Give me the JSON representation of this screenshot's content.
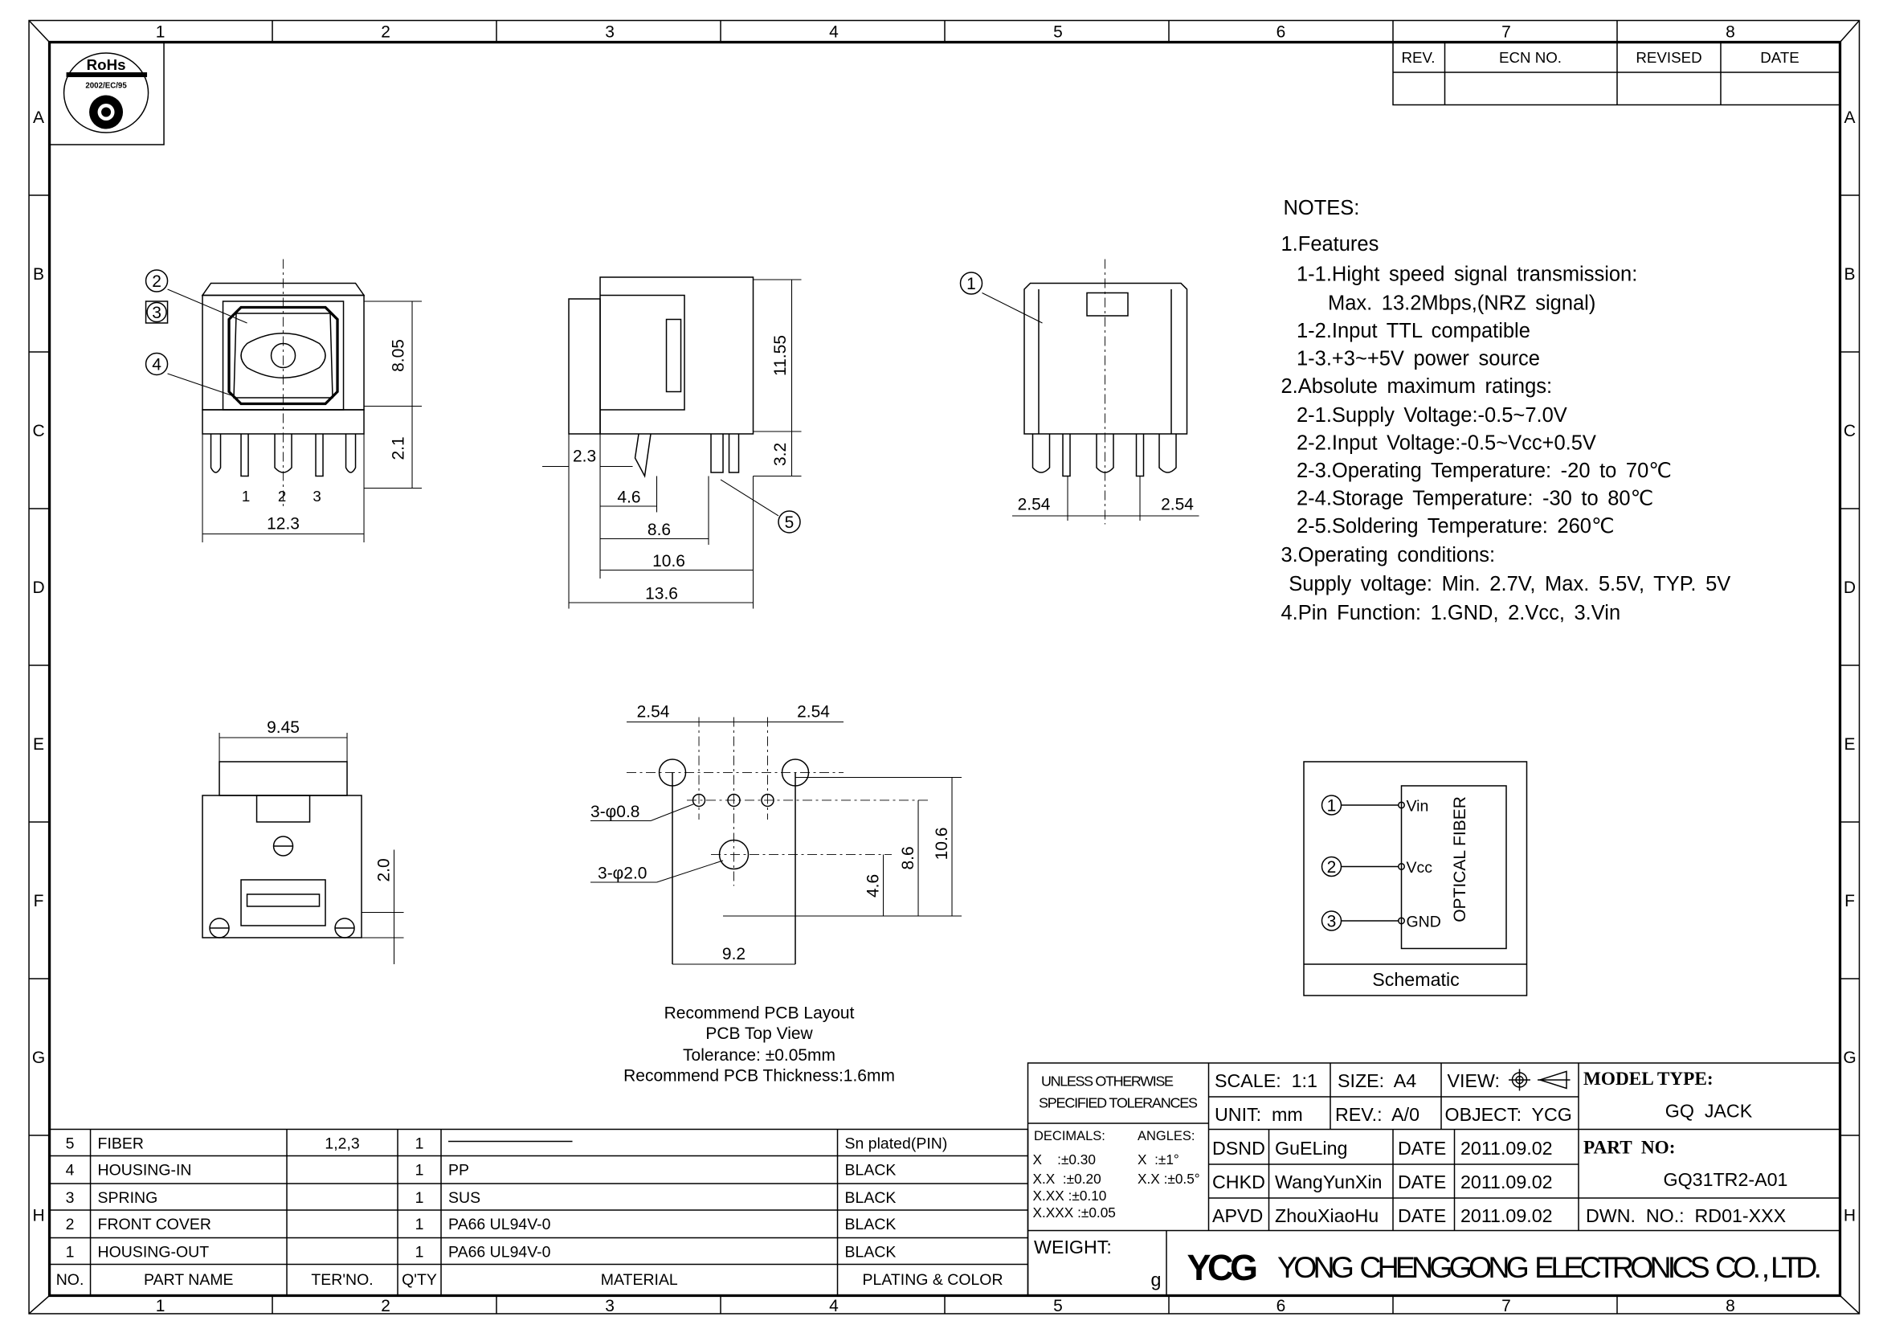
{
  "border": {
    "columns": [
      "1",
      "2",
      "3",
      "4",
      "5",
      "6",
      "7",
      "8"
    ],
    "rows": [
      "A",
      "B",
      "C",
      "D",
      "E",
      "F",
      "G",
      "H"
    ]
  },
  "rohs": {
    "title": "RoHs",
    "directive": "2002/EC/95"
  },
  "revision_table": {
    "headers": [
      "REV.",
      "ECN NO.",
      "REVISED",
      "DATE"
    ]
  },
  "front_view": {
    "balloons": [
      "2",
      "3",
      "4"
    ],
    "pins": [
      "1",
      "2",
      "3"
    ],
    "dims": {
      "height": "8.05",
      "pin_length": "2.1",
      "width": "12.3"
    }
  },
  "side_view": {
    "balloon": "5",
    "dims": {
      "height": "11.55",
      "pin": "3.2",
      "offset": "2.3",
      "d1": "4.6",
      "d2": "8.6",
      "d3": "10.6",
      "d4": "13.6"
    }
  },
  "back_view": {
    "balloon": "1",
    "dims": {
      "left": "2.54",
      "right": "2.54"
    }
  },
  "bottom_view": {
    "dims": {
      "width": "9.45",
      "height": "2.0"
    }
  },
  "pcb_layout": {
    "dims": {
      "pitch_left": "2.54",
      "pitch_right": "2.54",
      "v1": "10.6",
      "v2": "8.6",
      "v3": "4.6",
      "width": "9.2"
    },
    "holes_small": "3-φ0.8",
    "holes_large": "3-φ2.0",
    "caption": [
      "Recommend PCB Layout",
      "PCB Top View",
      "Tolerance: ±0.05mm",
      "Recommend PCB Thickness:1.6mm"
    ]
  },
  "notes": {
    "title": "NOTES:",
    "lines": [
      {
        "indent": 0,
        "text": "1.Features"
      },
      {
        "indent": 1,
        "text": "1-1.Hight speed signal transmission:"
      },
      {
        "indent": 3,
        "text": "Max. 13.2Mbps,(NRZ signal)"
      },
      {
        "indent": 1,
        "text": "1-2.Input TTL compatible"
      },
      {
        "indent": 1,
        "text": "1-3.+3~+5V power source"
      },
      {
        "indent": 0,
        "text": "2.Absolute maximum ratings:"
      },
      {
        "indent": 1,
        "text": "2-1.Supply Voltage:-0.5~7.0V"
      },
      {
        "indent": 1,
        "text": "2-2.Input Voltage:-0.5~Vcc+0.5V"
      },
      {
        "indent": 1,
        "text": "2-3.Operating Temperature: -20 to 70℃"
      },
      {
        "indent": 1,
        "text": "2-4.Storage Temperature: -30 to 80℃"
      },
      {
        "indent": 1,
        "text": "2-5.Soldering Temperature: 260℃"
      },
      {
        "indent": 0,
        "text": "3.Operating conditions:"
      },
      {
        "indent": 0.5,
        "text": "Supply voltage: Min. 2.7V, Max. 5.5V, TYP. 5V"
      },
      {
        "indent": 0,
        "text": "4.Pin Function: 1.GND, 2.Vcc, 3.Vin"
      }
    ]
  },
  "schematic": {
    "pins": [
      {
        "num": "1",
        "label": "Vin"
      },
      {
        "num": "2",
        "label": "Vcc"
      },
      {
        "num": "3",
        "label": "GND"
      }
    ],
    "block_label": "OPTICAL FIBER",
    "caption": "Schematic"
  },
  "bom": {
    "headers": [
      "NO.",
      "PART NAME",
      "TER'NO.",
      "Q'TY",
      "MATERIAL",
      "PLATING & COLOR"
    ],
    "rows": [
      [
        "5",
        "FIBER",
        "1,2,3",
        "1",
        "",
        "Sn plated(PIN)"
      ],
      [
        "4",
        "HOUSING-IN",
        "",
        "1",
        "PP",
        "BLACK"
      ],
      [
        "3",
        "SPRING",
        "",
        "1",
        "SUS",
        "BLACK"
      ],
      [
        "2",
        "FRONT COVER",
        "",
        "1",
        "PA66 UL94V-0",
        "BLACK"
      ],
      [
        "1",
        "HOUSING-OUT",
        "",
        "1",
        "PA66 UL94V-0",
        "BLACK"
      ]
    ]
  },
  "title_block": {
    "tolerance_title": [
      "UNLESS OTHERWISE",
      "SPECIFIED TOLERANCES"
    ],
    "decimals_label": "DECIMALS:",
    "angles_label": "ANGLES:",
    "decimals": [
      "X    :±0.30",
      "X.X  :±0.20",
      "X.XX :±0.10",
      "X.XXX :±0.05"
    ],
    "angles": [
      "X  :±1°",
      "X.X :±0.5°"
    ],
    "scale": "SCALE:  1:1",
    "size": "SIZE:  A4",
    "view": "VIEW:",
    "unit": "UNIT:  mm",
    "rev": "REV.:  A/0",
    "object": "OBJECT:  YCG",
    "model_type_label": "MODEL TYPE:",
    "model_type": "GQ  JACK",
    "part_no_label": "PART  NO:",
    "part_no": "GQ31TR2-A01",
    "dwn_no": "DWN.  NO.:  RD01-XXX",
    "approvals": [
      {
        "role": "DSND",
        "name": "GuELing",
        "date_label": "DATE",
        "date": "2011.09.02"
      },
      {
        "role": "CHKD",
        "name": "WangYunXin",
        "date_label": "DATE",
        "date": "2011.09.02"
      },
      {
        "role": "APVD",
        "name": "ZhouXiaoHu",
        "date_label": "DATE",
        "date": "2011.09.02"
      }
    ],
    "weight_label": "WEIGHT:",
    "weight_unit": "g",
    "logo": "YCG",
    "company": "YONG  CHENGGONG  ELECTRONICS  CO. , LTD."
  }
}
